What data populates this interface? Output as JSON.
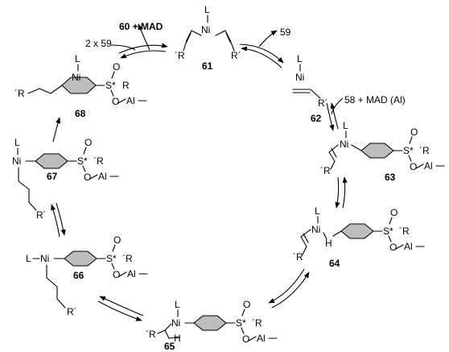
{
  "compounds": {
    "c61": {
      "number": "61",
      "L": "L",
      "Ni": "Ni",
      "R1": "´R",
      "R2": "R´"
    },
    "c62": {
      "number": "62",
      "L": "L",
      "Ni": "Ni",
      "R": "R´"
    },
    "c63": {
      "number": "63",
      "L": "L",
      "Ni": "Ni",
      "R": "´R",
      "S": "S*",
      "O": "O",
      "Rs": "´R",
      "O2": "O",
      "Al": "Al"
    },
    "c64": {
      "number": "64",
      "L": "L",
      "Ni": "Ni",
      "H": "H",
      "R": "´R",
      "S": "S*",
      "O": "O",
      "Rs": "´R",
      "O2": "O",
      "Al": "Al"
    },
    "c65": {
      "number": "65",
      "L": "L",
      "Ni": "Ni",
      "H": "H",
      "R": "´R",
      "S": "S*",
      "O": "O",
      "Rs": "´R",
      "O2": "O",
      "Al": "Al"
    },
    "c66": {
      "number": "66",
      "L": "L",
      "Ni": "Ni",
      "R": "R´",
      "S": "S*",
      "O": "O",
      "Rs": "´R",
      "O2": "O",
      "Al": "Al"
    },
    "c67": {
      "number": "67",
      "L": "L",
      "Ni": "Ni",
      "R": "R´",
      "S": "S*",
      "O": "O",
      "Rs": "´R",
      "O2": "O",
      "Al": "Al"
    },
    "c68": {
      "number": "68",
      "L": "L",
      "Ni": "Ni",
      "R": "´R",
      "S": "S*",
      "O": "O",
      "Rs": "R",
      "O2": "O",
      "Al": "Al"
    }
  },
  "reagents": {
    "top_left_product": "60 + MAD",
    "top_left_input": "2 x 59",
    "top_right_out": "59",
    "right_in": "58 + MAD (Al)"
  }
}
